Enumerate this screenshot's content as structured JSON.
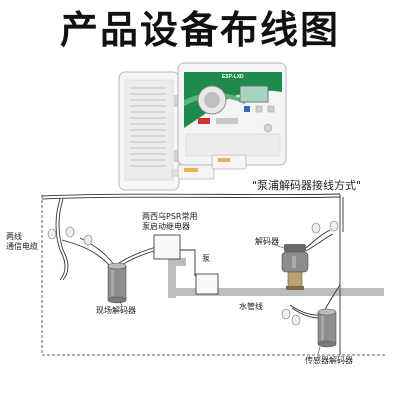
{
  "title": "产品设备布线图",
  "subtitle": "\"泵浦解码器接线方式\"",
  "controller": {
    "brand_label": "ESP-LXD"
  },
  "labels": {
    "two_wire": [
      "两线",
      "通信电缆"
    ],
    "psr": [
      "两西乌PSR常用",
      "泵启动继电器"
    ],
    "pump": "泵",
    "decoder": "解码器",
    "field_decoder": "现场解码器",
    "water_pipe": "水管线",
    "sensor_decoder": "传感器解码器"
  },
  "colors": {
    "pipe": "#bdbdbd",
    "wire": "#333333",
    "controller_body": "#f2f3f4",
    "controller_green": "#1e8a4c",
    "display": "#a6d6c0"
  }
}
